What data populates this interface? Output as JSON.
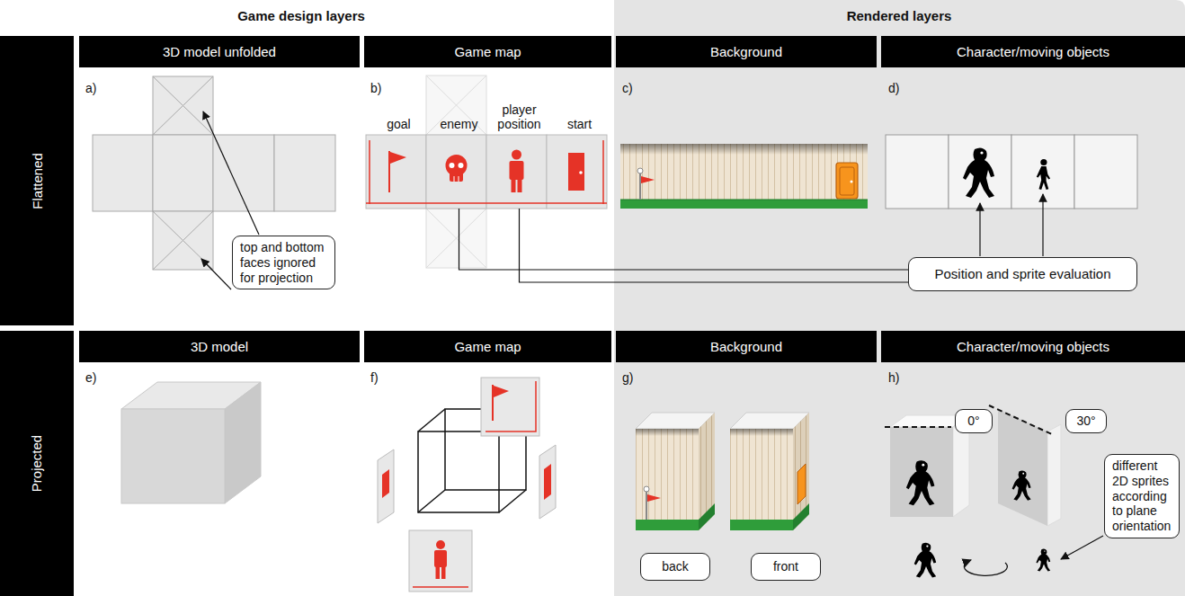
{
  "diagram": {
    "nodes": [
      {
        "text": [
          "Flattened"
        ]
      },
      {
        "text": [
          "3D model unfolded"
        ]
      },
      {
        "text": [
          "top and bottom faces ignored for projection"
        ]
      },
      {
        "text": [
          "Game map"
        ]
      },
      {
        "text": [
          "goal"
        ]
      },
      {
        "text": [
          "enemy"
        ]
      },
      {
        "text": [
          "player position"
        ]
      },
      {
        "text": [
          "start"
        ]
      },
      {
        "text": [
          "Background"
        ]
      },
      {
        "text": [
          "Character/moving objects"
        ]
      },
      {
        "text": [
          "Position and sprite evaluation"
        ]
      },
      {
        "text": [
          "Projected"
        ]
      },
      {
        "text": [
          "3D model"
        ]
      },
      {
        "text": [
          "Game map"
        ]
      },
      {
        "text": [
          "Background"
        ]
      },
      {
        "text": [
          "back"
        ]
      },
      {
        "text": [
          "front"
        ]
      },
      {
        "text": [
          "Character/moving objects"
        ]
      },
      {
        "text": [
          "0°"
        ]
      },
      {
        "text": [
          "30°"
        ]
      },
      {
        "text": [
          "different 2D sprites according to plane orientation"
        ]
      }
    ],
    "edges": [
      {
        "from": 5,
        "to": 10,
        "arrow": "none"
      },
      {
        "from": 6,
        "to": 10,
        "arrow": "none"
      }
    ],
    "labels": [
      "Game design layers",
      "Rendered layers",
      "a)",
      "b)",
      "c)",
      "d)",
      "e)",
      "f)",
      "g)",
      "h)"
    ]
  }
}
